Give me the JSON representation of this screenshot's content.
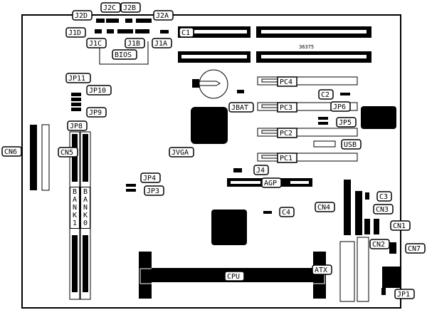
{
  "diagram": {
    "board_id": "36375",
    "colors": {
      "ink": "#000000",
      "paper": "#ffffff"
    },
    "labels": {
      "J2D": "J2D",
      "J2C": "J2C",
      "J2B": "J2B",
      "J2A": "J2A",
      "J1D": "J1D",
      "J1C": "J1C",
      "J1B": "J1B",
      "J1A": "J1A",
      "BIOS": "BIOS",
      "C1": "C1",
      "C2": "C2",
      "C3": "C3",
      "C4": "C4",
      "JP11": "JP11",
      "JP10": "JP10",
      "JP9": "JP9",
      "JP8": "JP8",
      "JP6": "JP6",
      "JP5": "JP5",
      "JP4": "JP4",
      "JP3": "JP3",
      "JP1": "JP1",
      "CN1": "CN1",
      "CN2": "CN2",
      "CN3": "CN3",
      "CN4": "CN4",
      "CN5": "CN5",
      "CN6": "CN6",
      "CN7": "CN7",
      "PC1": "PC1",
      "PC2": "PC2",
      "PC3": "PC3",
      "PC4": "PC4",
      "JBAT": "JBAT",
      "JVGA": "JVGA",
      "J4": "J4",
      "USB": "USB",
      "AGP": "AGP",
      "ATX": "ATX",
      "CPU": "CPU",
      "BANK1": "BANK1",
      "BANK0": "BANK0"
    }
  }
}
